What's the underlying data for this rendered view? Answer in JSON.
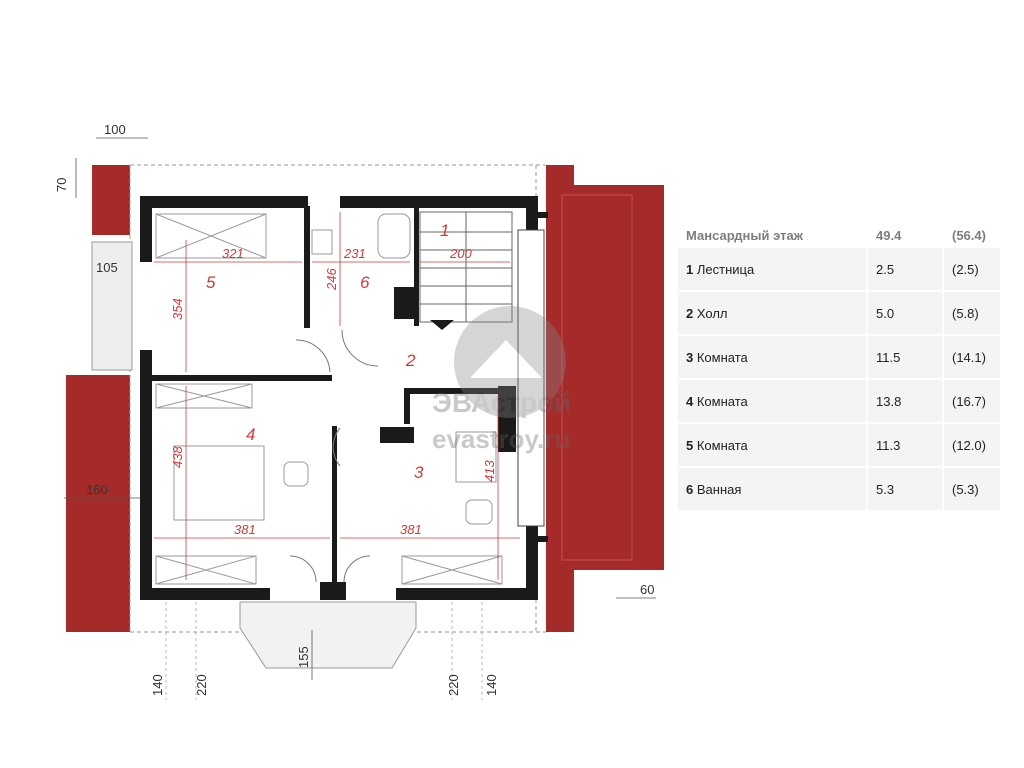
{
  "legend": {
    "floor_name": "Мансардный этаж",
    "floor_area": "49.4",
    "floor_area_total": "(56.4)",
    "rooms": [
      {
        "no": "1",
        "name": "Лестница",
        "area": "2.5",
        "area_total": "(2.5)"
      },
      {
        "no": "2",
        "name": "Холл",
        "area": "5.0",
        "area_total": "(5.8)"
      },
      {
        "no": "3",
        "name": "Комната",
        "area": "11.5",
        "area_total": "(14.1)"
      },
      {
        "no": "4",
        "name": "Комната",
        "area": "13.8",
        "area_total": "(16.7)"
      },
      {
        "no": "5",
        "name": "Комната",
        "area": "11.3",
        "area_total": "(12.0)"
      },
      {
        "no": "6",
        "name": "Ванная",
        "area": "5.3",
        "area_total": "(5.3)"
      }
    ]
  },
  "plan": {
    "outer_dims": {
      "d100": "100",
      "d70": "70",
      "d105": "105",
      "d160": "160",
      "d60": "60",
      "d155": "155",
      "d140_left": "140",
      "d220_left": "220",
      "d220_right": "220",
      "d140_right": "140"
    },
    "room_numbers": {
      "r1": "1",
      "r2": "2",
      "r3": "3",
      "r4": "4",
      "r5": "5",
      "r6": "6"
    },
    "room_dims": {
      "w321": "321",
      "w231": "231",
      "w200": "200",
      "h354": "354",
      "h246": "246",
      "h438": "438",
      "h413": "413",
      "w381_left": "381",
      "w381_right": "381"
    },
    "watermark": {
      "brand": "ЭВАстрой",
      "site": "evastroy.ru"
    }
  }
}
